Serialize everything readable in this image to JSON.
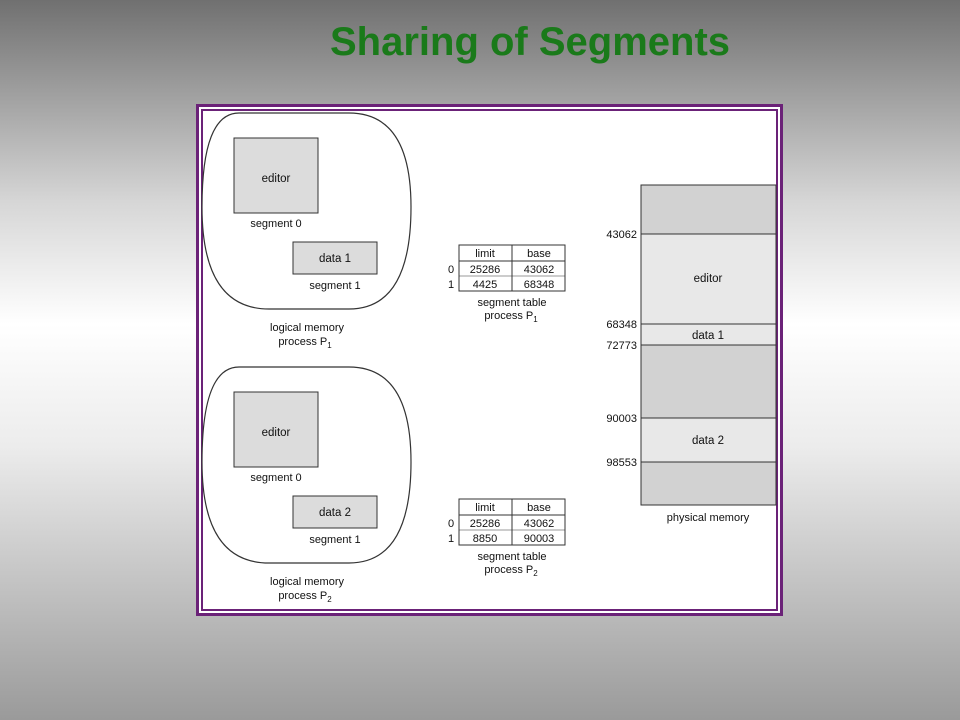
{
  "title": "Sharing of Segments",
  "colors": {
    "title": "#1a7a1a",
    "frame": "#6b2278",
    "segment_fill": "#dcdcdc",
    "free_fill": "#d2d2d2",
    "used_fill": "#e8e8e8"
  },
  "processes": [
    {
      "segments": [
        {
          "label": "editor",
          "caption": "segment 0"
        },
        {
          "label": "data 1",
          "caption": "segment 1"
        }
      ],
      "caption_line1": "logical memory",
      "caption_line2": "process P",
      "caption_sub": "1",
      "table": {
        "headers": [
          "limit",
          "base"
        ],
        "rows": [
          {
            "index": "0",
            "limit": "25286",
            "base": "43062"
          },
          {
            "index": "1",
            "limit": "4425",
            "base": "68348"
          }
        ],
        "caption_line1": "segment table",
        "caption_line2": "process P",
        "caption_sub": "1"
      }
    },
    {
      "segments": [
        {
          "label": "editor",
          "caption": "segment 0"
        },
        {
          "label": "data 2",
          "caption": "segment 1"
        }
      ],
      "caption_line1": "logical memory",
      "caption_line2": "process P",
      "caption_sub": "2",
      "table": {
        "headers": [
          "limit",
          "base"
        ],
        "rows": [
          {
            "index": "0",
            "limit": "25286",
            "base": "43062"
          },
          {
            "index": "1",
            "limit": "8850",
            "base": "90003"
          }
        ],
        "caption_line1": "segment table",
        "caption_line2": "process P",
        "caption_sub": "2"
      }
    }
  ],
  "physical_memory": {
    "caption": "physical memory",
    "addresses": [
      "43062",
      "68348",
      "72773",
      "90003",
      "98553"
    ],
    "blocks": [
      {
        "label": ""
      },
      {
        "label": "editor"
      },
      {
        "label": "data 1"
      },
      {
        "label": ""
      },
      {
        "label": "data 2"
      },
      {
        "label": ""
      }
    ]
  }
}
